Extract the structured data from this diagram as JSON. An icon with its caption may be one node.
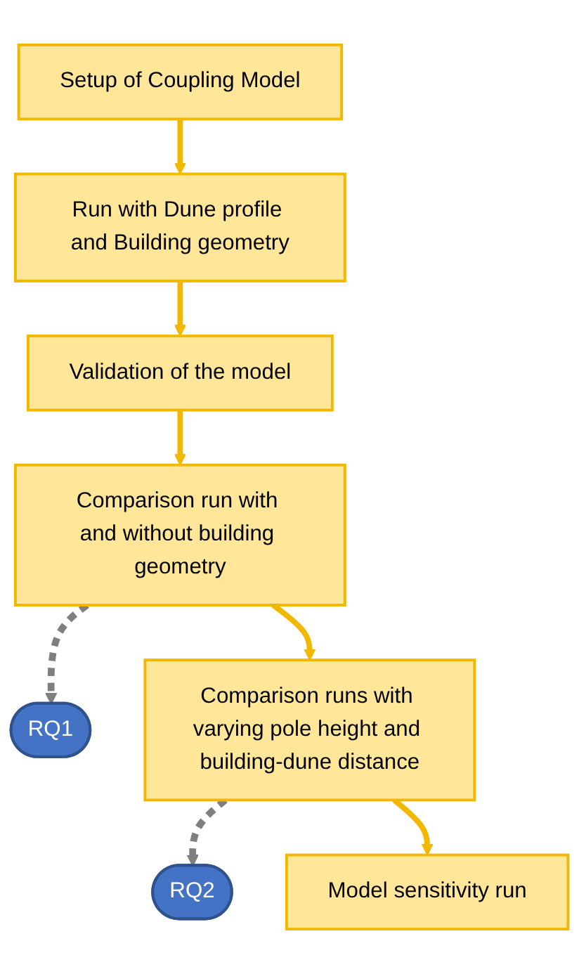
{
  "diagram": {
    "nodes": [
      {
        "text": [
          "Setup of Coupling Model"
        ]
      },
      {
        "text": [
          "Run with Dune profile and Building geometry"
        ]
      },
      {
        "text": [
          "Validation of the model"
        ]
      },
      {
        "text": [
          "Comparison run with and without building geometry"
        ]
      },
      {
        "text": [
          "RQ1"
        ]
      },
      {
        "text": [
          "Comparison runs with varying pole height and building-dune distance"
        ]
      },
      {
        "text": [
          "RQ2"
        ]
      },
      {
        "text": [
          "Model sensitivity run"
        ]
      }
    ],
    "edges": [
      {
        "from": 0,
        "to": 1,
        "arrow": "to"
      },
      {
        "from": 1,
        "to": 2,
        "arrow": "to"
      },
      {
        "from": 2,
        "to": 3,
        "arrow": "to"
      },
      {
        "from": 3,
        "to": 4,
        "arrow": "to",
        "style": "dashed",
        "color": "#7f7f7f"
      },
      {
        "from": 3,
        "to": 5,
        "arrow": "to"
      },
      {
        "from": 5,
        "to": 6,
        "arrow": "to",
        "style": "dashed",
        "color": "#7f7f7f"
      },
      {
        "from": 5,
        "to": 7,
        "arrow": "to"
      }
    ]
  }
}
